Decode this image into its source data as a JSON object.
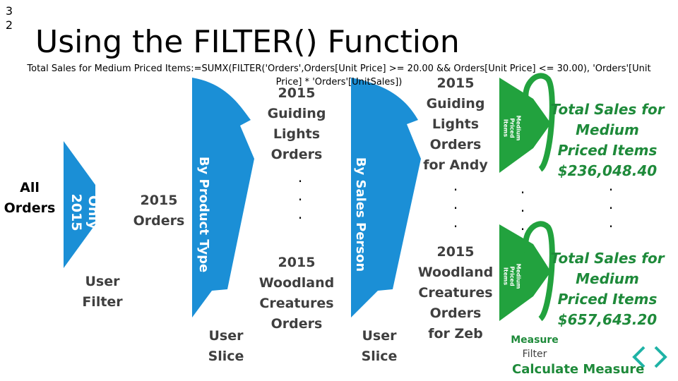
{
  "slide_number": [
    "3",
    "2"
  ],
  "title": "Using the FILTER() Function",
  "formula": "Total Sales for Medium Priced Items:=SUMX(FILTER('Orders',Orders[Unit Price] >= 20.00 && Orders[Unit Price] <= 30.00), 'Orders'[Unit Price] * 'Orders'[UnitSales])",
  "all_orders": [
    "All",
    "Orders"
  ],
  "funnel1_label": [
    "Only",
    "2015"
  ],
  "user_filter": [
    "User",
    "Filter"
  ],
  "orders_2015": [
    "2015",
    "Orders"
  ],
  "arrow1_label": "By Product Type",
  "arrow2_label": "By Sales Person",
  "guiding_lights_orders": [
    "2015",
    "Guiding",
    "Lights",
    "Orders"
  ],
  "woodland_orders": [
    "2015",
    "Woodland",
    "Creatures",
    "Orders"
  ],
  "user_slice": [
    "User",
    "Slice"
  ],
  "guiding_andy": [
    "2015",
    "Guiding",
    "Lights",
    "Orders",
    "for Andy"
  ],
  "woodland_zeb": [
    "2015",
    "Woodland",
    "Creatures",
    "Orders",
    "for Zeb"
  ],
  "medium_priced_items": [
    "Medium",
    "Priced",
    "Items"
  ],
  "total_top": [
    "Total Sales for",
    "Medium",
    "Priced Items",
    "$236,048.40"
  ],
  "total_bottom": [
    "Total Sales for",
    "Medium",
    "Priced Items",
    "$657,643.20"
  ],
  "measure_filter": [
    "Measure",
    "Filter"
  ],
  "calculate_measure": "Calculate Measure",
  "ellipsis_dot": "."
}
